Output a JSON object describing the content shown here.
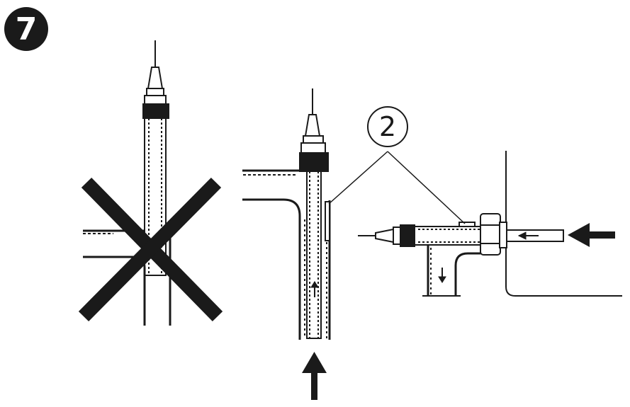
{
  "step": {
    "number": "7"
  },
  "callout": {
    "label": "2"
  },
  "colors": {
    "ink": "#1a1a1a",
    "background": "#ffffff"
  },
  "panels": [
    {
      "name": "incorrect-installation",
      "marker": "x-mark-icon",
      "status": "wrong"
    },
    {
      "name": "vertical-installation",
      "flow": "up-arrow-icon"
    },
    {
      "name": "horizontal-installation",
      "flow": "left-arrow-icon"
    }
  ]
}
